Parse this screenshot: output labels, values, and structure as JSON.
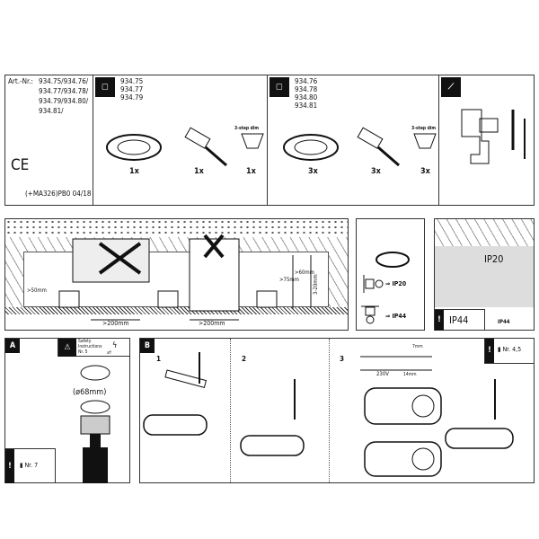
{
  "header": {
    "art_nr_label": "Art.-Nr.:",
    "art_nr_lines": [
      "934.75/934.76/",
      "934.77/934.78/",
      "934.79/934.80/",
      "934.81/"
    ],
    "ce_mark": "CE",
    "code": "(+MA326)PB0 04/18"
  },
  "package_a": {
    "models": [
      "934.75",
      "934.77",
      "934.79"
    ],
    "lamp_label": "3-step dim",
    "qty": [
      "1x",
      "1x",
      "1x"
    ]
  },
  "package_b": {
    "models": [
      "934.76",
      "934.78",
      "934.80",
      "934.81"
    ],
    "lamp_label": "3-step dim",
    "qty": [
      "3x",
      "3x",
      "3x"
    ]
  },
  "installation": {
    "dist_50": ">50mm",
    "dist_75": ">75mm",
    "dist_60": ">60mm",
    "ceiling": "3-20mm",
    "spacing_1": ">200mm",
    "spacing_2": ">200mm"
  },
  "ip": {
    "wall": "IP20",
    "ceiling": "IP44",
    "right_top": "IP20",
    "right_warning": "IP44",
    "right_bottom": "IP44"
  },
  "step_a": {
    "badge": "A",
    "safety_lines": [
      "Safety",
      "Instructions",
      "Nr. 5"
    ],
    "off_label": "off",
    "hole": "(ø68mm)",
    "note": "Nr. 7"
  },
  "step_b": {
    "badge": "B",
    "steps": [
      "1",
      "2",
      "3"
    ],
    "strip_7": "7mm",
    "strip_14": "14mm",
    "voltage": "230V",
    "note": "Nr. 4,5"
  }
}
